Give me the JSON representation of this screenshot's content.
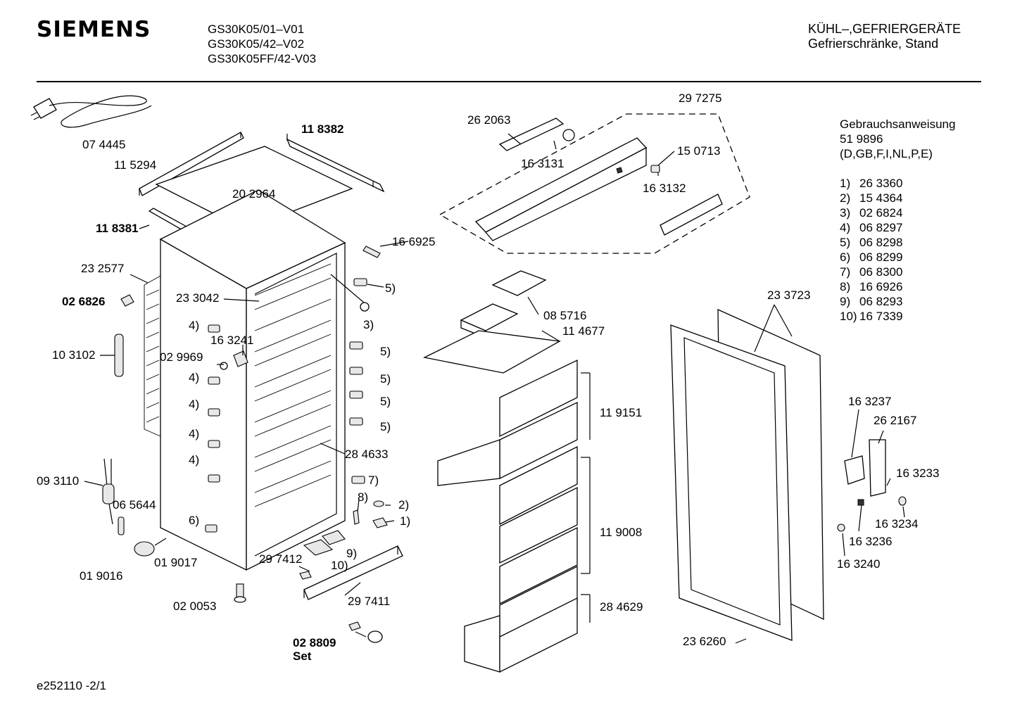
{
  "brand": "SIEMENS",
  "models": [
    "GS30K05/01–V01",
    "GS30K05/42–V02",
    "GS30K05FF/42-V03"
  ],
  "category": [
    "KÜHL–,GEFRIERGERÄTE",
    "Gefrierschränke, Stand"
  ],
  "manual": {
    "title": "Gebrauchsanweisung",
    "number": "51 9896",
    "languages": "(D,GB,F,I,NL,P,E)"
  },
  "legend": [
    {
      "key": "1)",
      "part": "26 3360"
    },
    {
      "key": "2)",
      "part": "15 4364"
    },
    {
      "key": "3)",
      "part": "02 6824"
    },
    {
      "key": "4)",
      "part": "06 8297"
    },
    {
      "key": "5)",
      "part": "06 8298"
    },
    {
      "key": "6)",
      "part": "06 8299"
    },
    {
      "key": "7)",
      "part": "06 8300"
    },
    {
      "key": "8)",
      "part": "16 6926"
    },
    {
      "key": "9)",
      "part": "06 8293"
    },
    {
      "key": "10)",
      "part": "16 7339"
    }
  ],
  "labels": {
    "p074445": "07 4445",
    "p115294": "11 5294",
    "p118382": "11 8382",
    "p202964": "20 2964",
    "p118381": "11 8381",
    "p232577": "23 2577",
    "p026826": "02 6826",
    "p233042": "23 3042",
    "p103102": "10 3102",
    "p163241": "16 3241",
    "p029969": "02 9969",
    "p093110": "09 3110",
    "p065644": "06 5644",
    "p019016": "01 9016",
    "p019017": "01 9017",
    "p020053": "02 0053",
    "p297412": "29 7412",
    "p297411": "29 7411",
    "p028809": "02 8809",
    "set": "Set",
    "p166925": "16 6925",
    "p284633": "28 4633",
    "p262063": "26 2063",
    "p163131": "16 3131",
    "p297275": "29 7275",
    "p150713": "15 0713",
    "p163132": "16 3132",
    "p085716": "08 5716",
    "p114677": "11 4677",
    "p119151": "11 9151",
    "p119008": "11 9008",
    "p284629": "28 4629",
    "p233723": "23 3723",
    "p236260": "23 6260",
    "p163237": "16 3237",
    "p262167": "26 2167",
    "p163233": "16 3233",
    "p163234": "16 3234",
    "p163236": "16 3236",
    "p163240": "16 3240",
    "r4a": "4)",
    "r4b": "4)",
    "r4c": "4)",
    "r4d": "4)",
    "r4e": "4)",
    "r5a": "5)",
    "r5b": "5)",
    "r5c": "5)",
    "r5d": "5)",
    "r5e": "5)",
    "r3": "3)",
    "r6": "6)",
    "r7": "7)",
    "r8": "8)",
    "r2": "2)",
    "r1": "1)",
    "r9": "9)",
    "r10": "10)"
  },
  "footer": "e252110 -2/1"
}
